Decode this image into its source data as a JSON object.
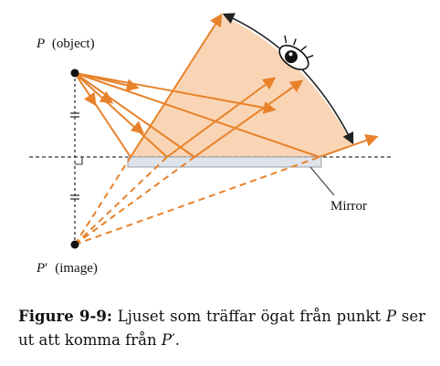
{
  "diagram": {
    "labels": {
      "object_letter": "P",
      "object_text": "(object)",
      "image_letter": "P",
      "image_prime": "′",
      "image_text": "(image)",
      "mirror": "Mirror"
    },
    "colors": {
      "ray": "#e8822a",
      "cone_fill": "#fad5b5",
      "mirror_fill": "#dfe3ea",
      "mirror_stroke": "#9aa0a8",
      "guide": "#333333",
      "arc": "#222222"
    },
    "icons": [
      "eye-icon"
    ]
  },
  "caption": {
    "figure_label": "Figure 9-9:",
    "text_1": "Ljuset som träffar ögat från punkt",
    "var_p": "P",
    "text_2": "ser ut att komma från",
    "var_p_prime": "P′",
    "text_end": "."
  }
}
